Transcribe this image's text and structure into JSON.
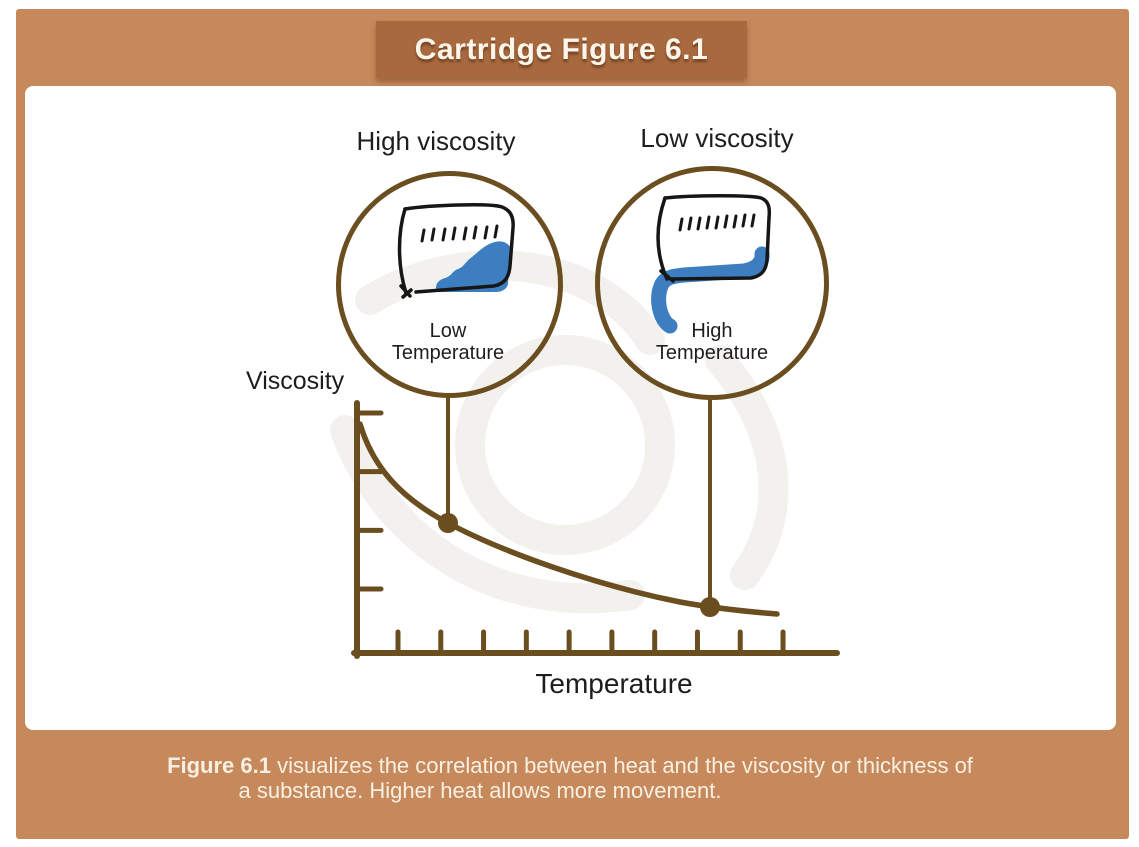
{
  "banner": {
    "title": "Cartridge Figure 6.1"
  },
  "palette": {
    "background_brown": "#C6895B",
    "banner_brown": "#A8693F",
    "diagram_line_brown": "#6B4E20",
    "liquid_blue": "#3D7EC1",
    "ink_black": "#1E1E1E",
    "caption_cream": "#F9EFE3"
  },
  "panels": [
    {
      "title": "High viscosity",
      "temp_line1": "Low",
      "temp_line2": "Temperature",
      "icon": "beaker-thick-liquid-icon",
      "depicts": "tilted beaker with thick blue liquid staying inside"
    },
    {
      "title": "Low viscosity",
      "temp_line1": "High",
      "temp_line2": "Temperature",
      "icon": "beaker-pouring-icon",
      "depicts": "tilted beaker with runny blue liquid pouring out"
    }
  ],
  "chart_data": {
    "type": "line",
    "title": "",
    "xlabel": "Temperature",
    "ylabel": "Viscosity",
    "grid": false,
    "legend": false,
    "x_axis": {
      "tick_count": 10,
      "labels": [],
      "note": "qualitative axis, no numeric labels"
    },
    "y_axis": {
      "tick_count": 4,
      "labels": [],
      "note": "qualitative axis, no numeric labels"
    },
    "series": [
      {
        "name": "Viscosity vs Temperature",
        "shape": "decreasing convex curve",
        "x_norm": [
          0.01,
          0.1,
          0.19,
          0.3,
          0.42,
          0.55,
          0.66,
          0.74,
          0.81,
          0.87
        ],
        "y_norm": [
          0.91,
          0.66,
          0.52,
          0.42,
          0.34,
          0.27,
          0.23,
          0.19,
          0.17,
          0.16
        ]
      }
    ],
    "marked_points": [
      {
        "name": "high-viscosity-low-temperature",
        "x_norm": 0.19,
        "y_norm": 0.52,
        "links_to": "High viscosity circle"
      },
      {
        "name": "low-viscosity-high-temperature",
        "x_norm": 0.74,
        "y_norm": 0.19,
        "links_to": "Low viscosity circle"
      }
    ]
  },
  "caption": {
    "figure_label": "Figure 6.1",
    "line1_rest": " visualizes the correlation between heat and the viscosity or thickness of",
    "line2": "a substance. Higher heat allows more movement."
  }
}
